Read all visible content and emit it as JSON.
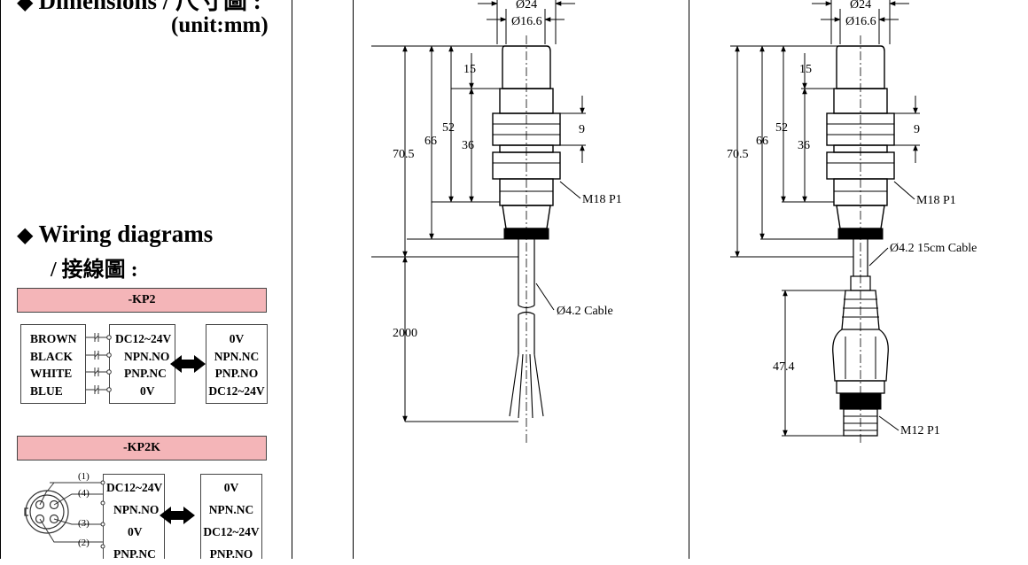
{
  "left": {
    "dimensions_heading": "Dimensions / 尺寸圖 :",
    "unit": "(unit:mm)",
    "wiring_heading": "Wiring diagrams",
    "wiring_sub": "/ 接線圖 :",
    "kp2": {
      "title": "-KP2",
      "wires": [
        "BROWN",
        "BLACK",
        "WHITE",
        "BLUE"
      ],
      "sensor": [
        "DC12~24V",
        "NPN.NO",
        "PNP.NC",
        "0V"
      ],
      "load": [
        "0V",
        "NPN.NC",
        "PNP.NO",
        "DC12~24V"
      ]
    },
    "kp2k": {
      "title": "-KP2K",
      "pins": [
        "(1)",
        "(4)",
        "(3)",
        "(2)"
      ],
      "sensor": [
        "DC12~24V",
        "NPN.NO",
        "0V",
        "PNP.NC"
      ],
      "load": [
        "0V",
        "NPN.NC",
        "DC12~24V",
        "PNP.NO"
      ]
    }
  },
  "mid": {
    "d_outer": "Ø24",
    "d_inner": "Ø16.6",
    "dims": [
      "70.5",
      "66",
      "52",
      "36",
      "15",
      "9"
    ],
    "thread": "M18 P1",
    "cable": "Ø4.2 Cable",
    "cable_len": "2000"
  },
  "right": {
    "d_outer": "Ø24",
    "d_inner": "Ø16.6",
    "dims": [
      "70.5",
      "66",
      "52",
      "36",
      "15",
      "9"
    ],
    "thread": "M18 P1",
    "cable": "Ø4.2 15cm Cable",
    "conn_len": "47.4",
    "conn_thread": "M12 P1"
  }
}
